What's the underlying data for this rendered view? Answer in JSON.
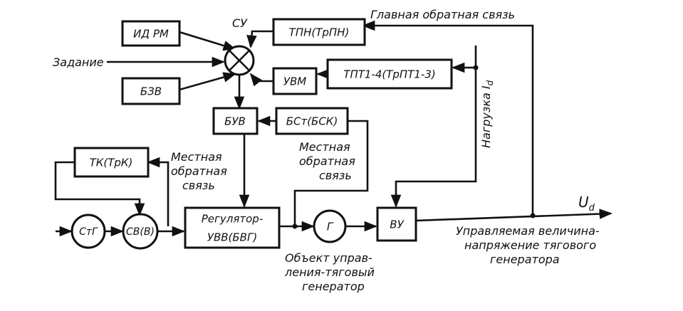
{
  "blocks": {
    "id_rm": "ИД РМ",
    "bzv": "БЗВ",
    "su": "СУ",
    "tpn": "ТПН(ТрПН)",
    "uvm": "УВМ",
    "tpt": "ТПТ1-4(ТрПТ1-3)",
    "buv": "БУВ",
    "bst": "БСт(БСК)",
    "tk": "ТК(ТрК)",
    "stg": "СтГ",
    "sv": "СВ(В)",
    "reg_1": "Регулятор-",
    "reg_2": "УВВ(БВГ)",
    "g": "Г",
    "vu": "ВУ"
  },
  "labels": {
    "zadanie": "Задание",
    "main_feedback": "Главная обратная связь",
    "local_fb_left": [
      "Местная",
      "обратная",
      "связь"
    ],
    "local_fb_right": [
      "Местная",
      "обратная",
      "связь"
    ],
    "nagruzka": "Нагрузка I",
    "nagruzka_sub": "d",
    "ud": "U",
    "ud_sub": "d",
    "object": [
      "Объект управ-",
      "ления-тяговый",
      "генератор"
    ],
    "controlled": [
      "Управляемая величина-",
      "напряжение тягового",
      "генератора"
    ]
  }
}
